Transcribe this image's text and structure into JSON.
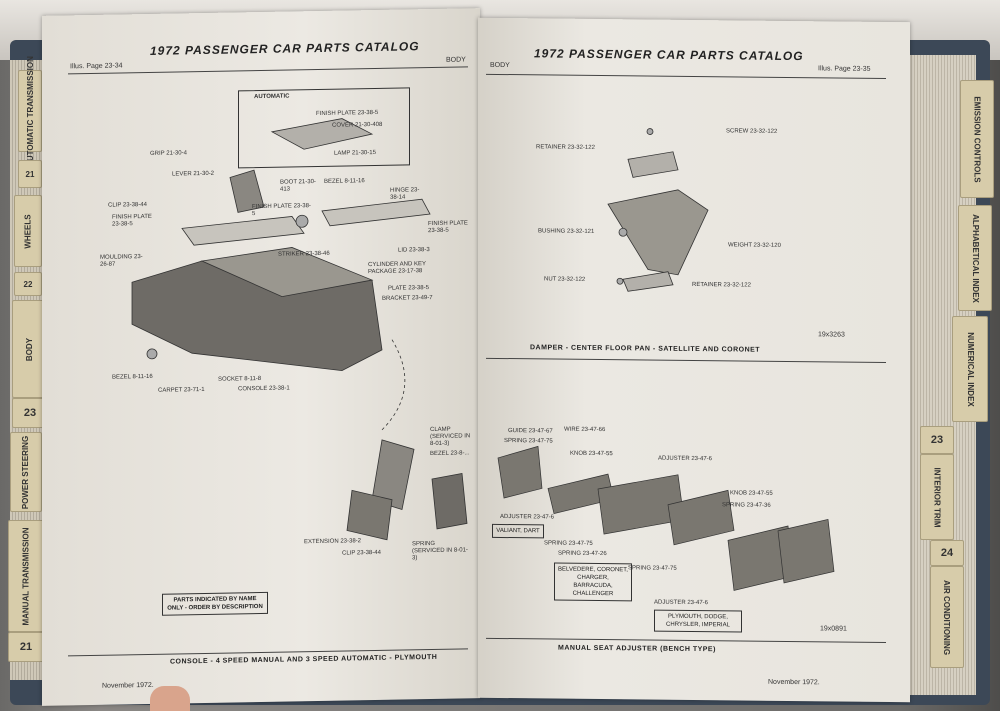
{
  "left_page": {
    "header_title": "1972 PASSENGER CAR PARTS CATALOG",
    "illus_page": "Illus. Page 23-34",
    "section_code": "BODY",
    "automatic_label": "AUTOMATIC",
    "parts": [
      "FINISH PLATE 23-38-5",
      "COVER 21-30-408",
      "LAMP 21-30-15",
      "GRIP 21-30-4",
      "LEVER 21-30-2",
      "BOOT 21-30-413",
      "BEZEL 8-11-16",
      "HINGE 23-38-14",
      "CLIP 23-38-44",
      "FINISH PLATE 23-38-5",
      "FINISH PLATE 23-38-5",
      "FINISH PLATE 23-38-5",
      "MOULDING 23-26-87",
      "STRIKER 23-38-46",
      "LID 23-38-3",
      "CYLINDER AND KEY PACKAGE 23-17-38",
      "PLATE 23-38-5",
      "BRACKET 23-49-7",
      "BEZEL 8-11-16",
      "SOCKET 8-11-8",
      "CARPET 23-71-1",
      "CONSOLE 23-38-1",
      "CLAMP (SERVICED IN 8-01-3)",
      "BEZEL 23-8-...",
      "EXTENSION 23-38-2",
      "CLIP 23-38-44",
      "SPRING (SERVICED IN 8-01-3)"
    ],
    "note_box": "PARTS INDICATED BY NAME ONLY - ORDER BY DESCRIPTION",
    "caption": "CONSOLE - 4 SPEED MANUAL AND 3 SPEED AUTOMATIC - PLYMOUTH",
    "date": "November 1972."
  },
  "right_page": {
    "header_title": "1972 PASSENGER CAR PARTS CATALOG",
    "illus_page": "Illus. Page 23-35",
    "section_code": "BODY",
    "top_parts": [
      "SCREW 23-32-122",
      "RETAINER 23-32-122",
      "BUSHING 23-32-121",
      "WEIGHT 23-32-120",
      "NUT 23-32-122",
      "RETAINER 23-32-122"
    ],
    "top_figure_no": "19x3263",
    "top_caption": "DAMPER - CENTER FLOOR PAN - SATELLITE AND CORONET",
    "bottom_parts": [
      "GUIDE 23-47-67",
      "WIRE 23-47-66",
      "SPRING 23-47-75",
      "KNOB 23-47-55",
      "ADJUSTER 23-47-6",
      "ADJUSTER 23-47-6",
      "KNOB 23-47-55",
      "SPRING 23-47-36",
      "SPRING 23-47-75",
      "SPRING 23-47-26",
      "SPRING 23-47-75",
      "ADJUSTER 23-47-6"
    ],
    "valiant_box": "VALIANT, DART",
    "belvedere_box": "BELVEDERE, CORONET, CHARGER, BARRACUDA, CHALLENGER",
    "plymouth_box": "PLYMOUTH, DODGE, CHRYSLER, IMPERIAL",
    "bottom_figure_no": "19x0891",
    "bottom_caption": "MANUAL SEAT ADJUSTER (BENCH TYPE)",
    "date": "November 1972."
  },
  "tabs_left": [
    "AUTOMATIC TRANSMISSION",
    "21",
    "WHEELS",
    "22",
    "BODY",
    "23",
    "POWER STEERING",
    "MANUAL TRANSMISSION",
    "21"
  ],
  "tabs_right": [
    "EMISSION CONTROLS",
    "ALPHABETICAL INDEX",
    "NUMERICAL INDEX",
    "23",
    "INTERIOR TRIM",
    "24",
    "AIR CONDITIONING"
  ],
  "colors": {
    "paper": "#e9e6df",
    "tab": "#d7ccaa",
    "cover": "#3c4857",
    "ink": "#222222"
  }
}
